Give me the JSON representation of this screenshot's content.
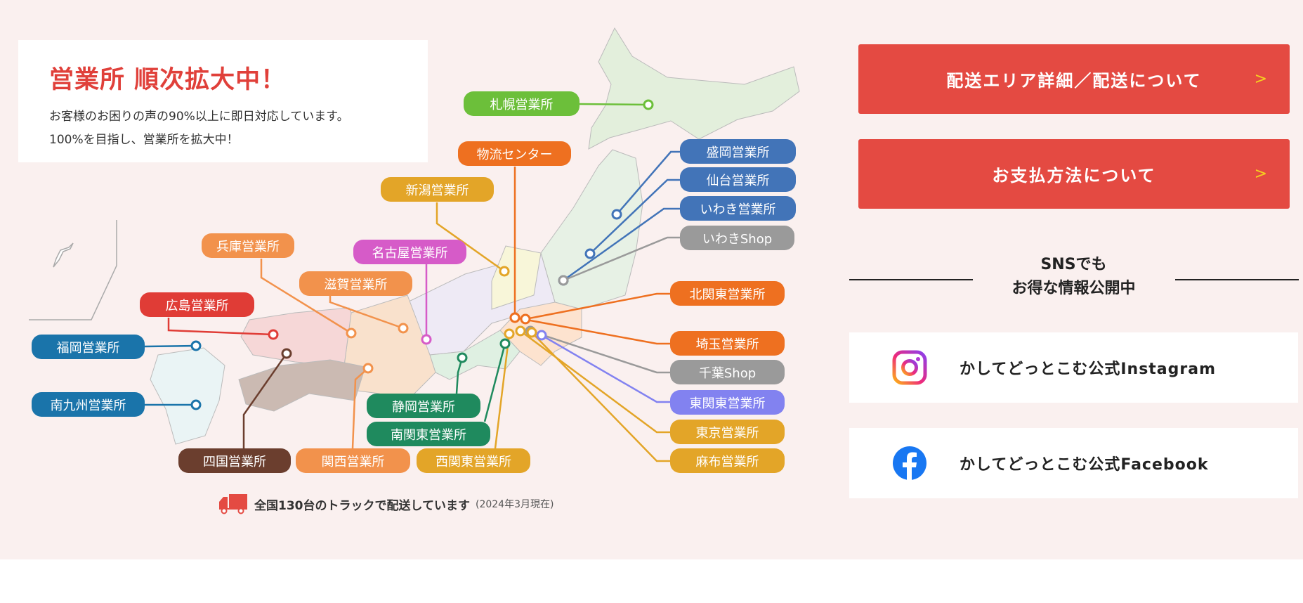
{
  "info": {
    "title": "営業所 順次拡大中！",
    "line1": "お客様のお困りの声の90%以上に即日対応しています。",
    "line2": "100%を目指し、営業所を拡大中！"
  },
  "offices": [
    {
      "id": "sapporo",
      "label": "札幌営業所",
      "color": "#6cbf3a"
    },
    {
      "id": "butsuryu",
      "label": "物流センター",
      "color": "#ee7020"
    },
    {
      "id": "niigata",
      "label": "新潟営業所",
      "color": "#e3a528"
    },
    {
      "id": "morioka",
      "label": "盛岡営業所",
      "color": "#4274b8"
    },
    {
      "id": "sendai",
      "label": "仙台営業所",
      "color": "#4274b8"
    },
    {
      "id": "iwaki",
      "label": "いわき営業所",
      "color": "#4274b8"
    },
    {
      "id": "iwakishop",
      "label": "いわきShop",
      "color": "#9a9a9a"
    },
    {
      "id": "kitakanto",
      "label": "北関東営業所",
      "color": "#ee7020"
    },
    {
      "id": "saitama",
      "label": "埼玉営業所",
      "color": "#ee7020"
    },
    {
      "id": "chibashop",
      "label": "千葉Shop",
      "color": "#9a9a9a"
    },
    {
      "id": "higashikanto",
      "label": "東関東営業所",
      "color": "#8282f0"
    },
    {
      "id": "tokyo",
      "label": "東京営業所",
      "color": "#e3a528"
    },
    {
      "id": "azabu",
      "label": "麻布営業所",
      "color": "#e3a528"
    },
    {
      "id": "nagoya",
      "label": "名古屋営業所",
      "color": "#d65bc8"
    },
    {
      "id": "hyogo",
      "label": "兵庫営業所",
      "color": "#f2924c"
    },
    {
      "id": "shiga",
      "label": "滋賀営業所",
      "color": "#f2924c"
    },
    {
      "id": "hiroshima",
      "label": "広島営業所",
      "color": "#e03c36"
    },
    {
      "id": "fukuoka",
      "label": "福岡営業所",
      "color": "#1a74aa"
    },
    {
      "id": "minamikyushu",
      "label": "南九州営業所",
      "color": "#1a74aa"
    },
    {
      "id": "shikoku",
      "label": "四国営業所",
      "color": "#6b3e2e"
    },
    {
      "id": "kansai",
      "label": "関西営業所",
      "color": "#f2924c"
    },
    {
      "id": "nishikanto",
      "label": "西関東営業所",
      "color": "#e3a528"
    },
    {
      "id": "shizuoka",
      "label": "静岡営業所",
      "color": "#1f8a5e"
    },
    {
      "id": "minamikanto",
      "label": "南関東営業所",
      "color": "#1f8a5e"
    }
  ],
  "truck": {
    "text": "全国130台のトラックで配送しています",
    "note": "(2024年3月現在)",
    "color": "#e44a42"
  },
  "buttons": {
    "delivery": "配送エリア詳細／配送について",
    "payment": "お支払方法について",
    "chevron": ">"
  },
  "sns": {
    "heading1": "SNSでも",
    "heading2": "お得な情報公開中",
    "instagram": "かしてどっとこむ公式Instagram",
    "facebook": "かしてどっとこむ公式Facebook"
  }
}
